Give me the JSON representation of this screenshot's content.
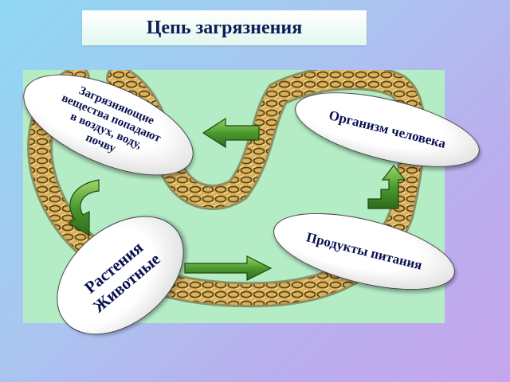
{
  "title": "Цепь загрязнения",
  "nodes": {
    "pollutants": [
      "Загрязняющие",
      "вещества попадают",
      "в воздух, воду,",
      "почву"
    ],
    "human": "Организм человека",
    "food": "Продукты питания",
    "organisms": [
      "Растения",
      "Животные"
    ]
  },
  "colors": {
    "arrow_fill": "#4b9a2e",
    "panel_bg": "#b4ecc6",
    "title_text": "#0b1e58",
    "chain": "#d8b25c"
  },
  "arrows": [
    {
      "from": "human",
      "to": "pollutants",
      "icon": "left-arrow-icon"
    },
    {
      "from": "pollutants",
      "to": "organisms",
      "icon": "curved-arrow-icon"
    },
    {
      "from": "organisms",
      "to": "food",
      "icon": "right-arrow-icon"
    },
    {
      "from": "food",
      "to": "human",
      "icon": "bent-up-arrow-icon"
    }
  ]
}
